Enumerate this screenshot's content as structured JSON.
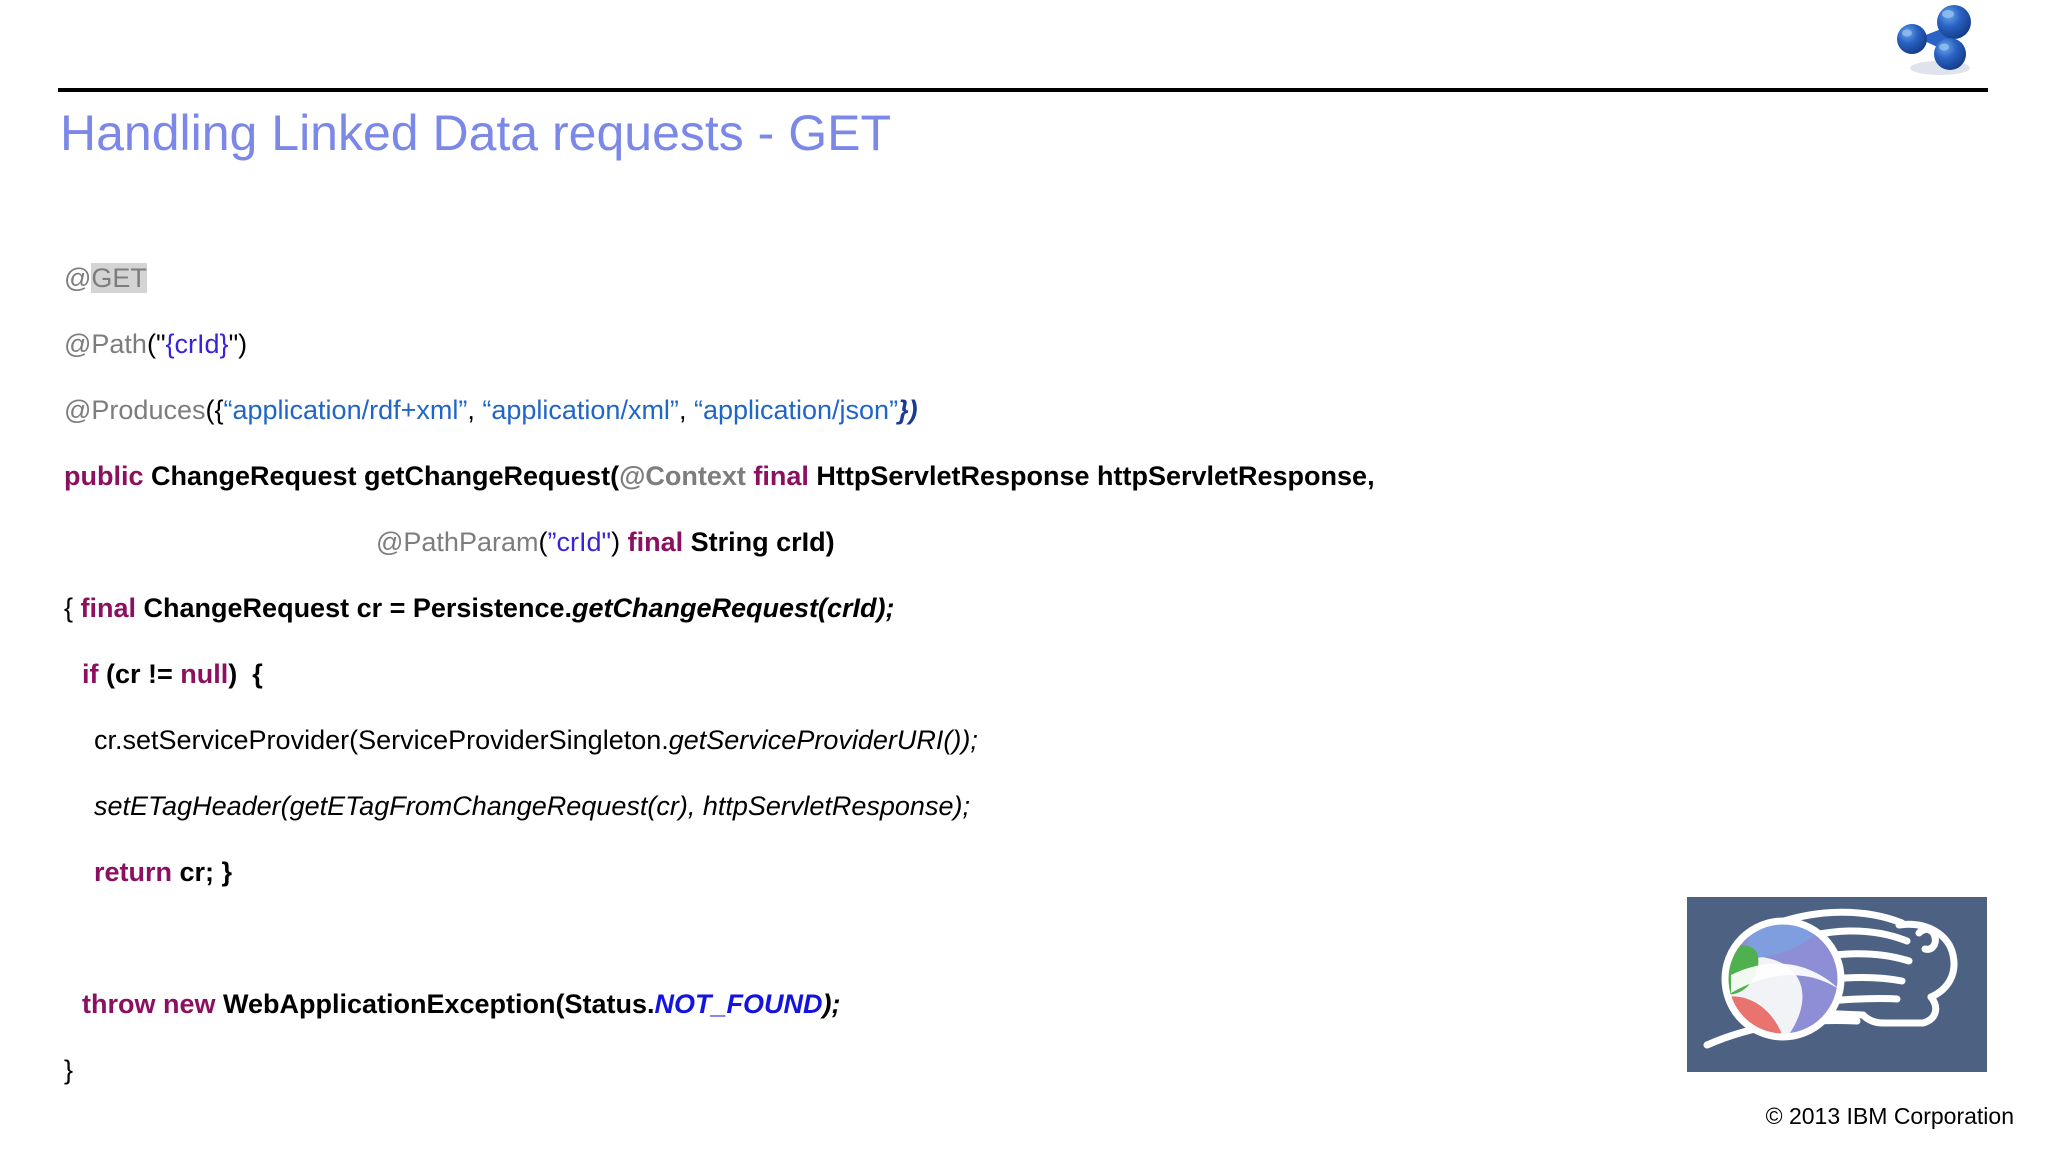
{
  "header": {
    "logo_name": "oslc-molecule-logo",
    "rule_color": "#000000"
  },
  "title": {
    "text": "Handling Linked Data requests - GET",
    "color": "#7b88e8"
  },
  "code": {
    "language": "java",
    "lines": [
      {
        "id": "line-get",
        "tokens": [
          {
            "text": "@",
            "style": "ann"
          },
          {
            "text": "GET",
            "style": "highlight"
          }
        ]
      },
      {
        "id": "line-path",
        "tokens": [
          {
            "text": "@Path",
            "style": "ann"
          },
          {
            "text": "(\"",
            "style": "plain"
          },
          {
            "text": "{crId}",
            "style": "strviolet"
          },
          {
            "text": "\")",
            "style": "plain"
          }
        ]
      },
      {
        "id": "line-produces",
        "tokens": [
          {
            "text": "@Produces",
            "style": "ann"
          },
          {
            "text": "({",
            "style": "plain"
          },
          {
            "text": "“application/rdf+xml”",
            "style": "string"
          },
          {
            "text": ", ",
            "style": "plain"
          },
          {
            "text": "“application/xml”",
            "style": "string"
          },
          {
            "text": ", ",
            "style": "plain"
          },
          {
            "text": "“application/json”",
            "style": "string"
          },
          {
            "text": "})",
            "style": "navy-italic"
          }
        ]
      },
      {
        "id": "line-signature-1",
        "tokens": [
          {
            "text": "public",
            "style": "keyword"
          },
          {
            "text": " ChangeRequest getChangeRequest(",
            "style": "bold"
          },
          {
            "text": "@Context",
            "style": "ann-bold"
          },
          {
            "text": " ",
            "style": "bold"
          },
          {
            "text": "final",
            "style": "keyword"
          },
          {
            "text": " HttpServletResponse httpServletResponse,",
            "style": "bold"
          }
        ]
      },
      {
        "id": "line-signature-2",
        "indent": "signature",
        "tokens": [
          {
            "text": "@PathParam",
            "style": "ann"
          },
          {
            "text": "(",
            "style": "plain"
          },
          {
            "text": "”crId\"",
            "style": "strviolet"
          },
          {
            "text": ") ",
            "style": "plain"
          },
          {
            "text": "final",
            "style": "keyword"
          },
          {
            "text": " String crId)",
            "style": "bold"
          }
        ]
      },
      {
        "id": "line-body-open",
        "tokens": [
          {
            "text": "{ ",
            "style": "plain"
          },
          {
            "text": "final",
            "style": "keyword"
          },
          {
            "text": " ChangeRequest cr = Persistence.",
            "style": "bold"
          },
          {
            "text": "getChangeRequest(crId);",
            "style": "bold-italic"
          }
        ]
      },
      {
        "id": "line-if",
        "indent": "one",
        "tokens": [
          {
            "text": "if",
            "style": "keyword"
          },
          {
            "text": " (cr != ",
            "style": "bold"
          },
          {
            "text": "null",
            "style": "keyword"
          },
          {
            "text": ")  {",
            "style": "bold"
          }
        ]
      },
      {
        "id": "line-set-service-provider",
        "indent": "two",
        "tokens": [
          {
            "text": "cr.setServiceProvider(ServiceProviderSingleton.",
            "style": "plain"
          },
          {
            "text": "getServiceProviderURI());",
            "style": "italic"
          }
        ]
      },
      {
        "id": "line-set-etag-header",
        "indent": "two",
        "tokens": [
          {
            "text": "setETagHeader(getETagFromChangeRequest(cr), httpServletResponse);",
            "style": "italic"
          }
        ]
      },
      {
        "id": "line-return",
        "indent": "two",
        "tokens": [
          {
            "text": "return",
            "style": "keyword"
          },
          {
            "text": " cr; }",
            "style": "bold"
          }
        ]
      },
      {
        "id": "line-blank",
        "tokens": []
      },
      {
        "id": "line-throw",
        "indent": "one",
        "tokens": [
          {
            "text": "throw new",
            "style": "keyword"
          },
          {
            "text": " WebApplicationException(Status.",
            "style": "bold"
          },
          {
            "text": "NOT_FOUND",
            "style": "blue-bold-italic"
          },
          {
            "text": ");",
            "style": "bold-italic"
          }
        ]
      },
      {
        "id": "line-body-close",
        "tokens": [
          {
            "text": "}",
            "style": "plain"
          }
        ]
      }
    ]
  },
  "lion_logo": {
    "name": "oslc-lion-logo",
    "background": "#4d6183"
  },
  "footer": {
    "copyright": "© 2013 IBM Corporation"
  }
}
